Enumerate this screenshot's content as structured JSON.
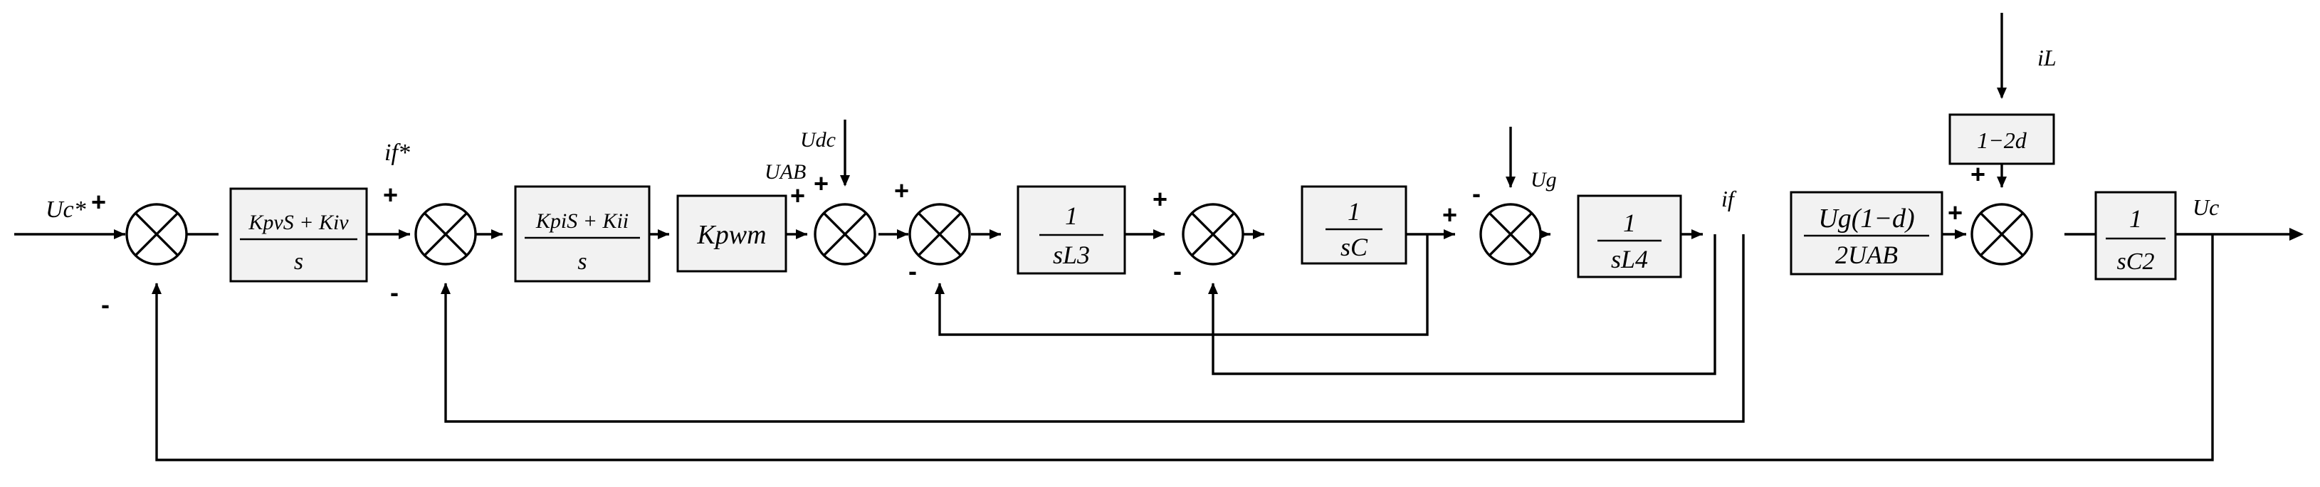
{
  "signals": {
    "uc_ref": "Uc*",
    "if_ref": "if*",
    "udc": "Udc",
    "uab": "UAB",
    "ug": "Ug",
    "if_out": "if",
    "il": "iL",
    "uc_out": "Uc"
  },
  "blocks": {
    "pi_voltage": {
      "num": "KpvS + Kiv",
      "den": "s"
    },
    "pi_current": {
      "num": "KpiS + Kii",
      "den": "s"
    },
    "kpwm": "Kpwm",
    "l3": {
      "num": "1",
      "den": "sL3"
    },
    "c": {
      "num": "1",
      "den": "sC"
    },
    "l4": {
      "num": "1",
      "den": "sL4"
    },
    "gain_ug": {
      "num": "Ug(1−d)",
      "den": "2UAB"
    },
    "duty": "1−2d",
    "c2": {
      "num": "1",
      "den": "sC2"
    }
  },
  "signs": {
    "s1_in": "+",
    "s1_fb": "-",
    "s2_in": "+",
    "s2_fb": "-",
    "s3_in": "+",
    "s4_in": "+",
    "s4_fb": "-",
    "s5_in": "+",
    "s5_fb": "-",
    "s6_in": "+",
    "s6_top": "-",
    "s7_in": "+",
    "s7_top": "+"
  }
}
